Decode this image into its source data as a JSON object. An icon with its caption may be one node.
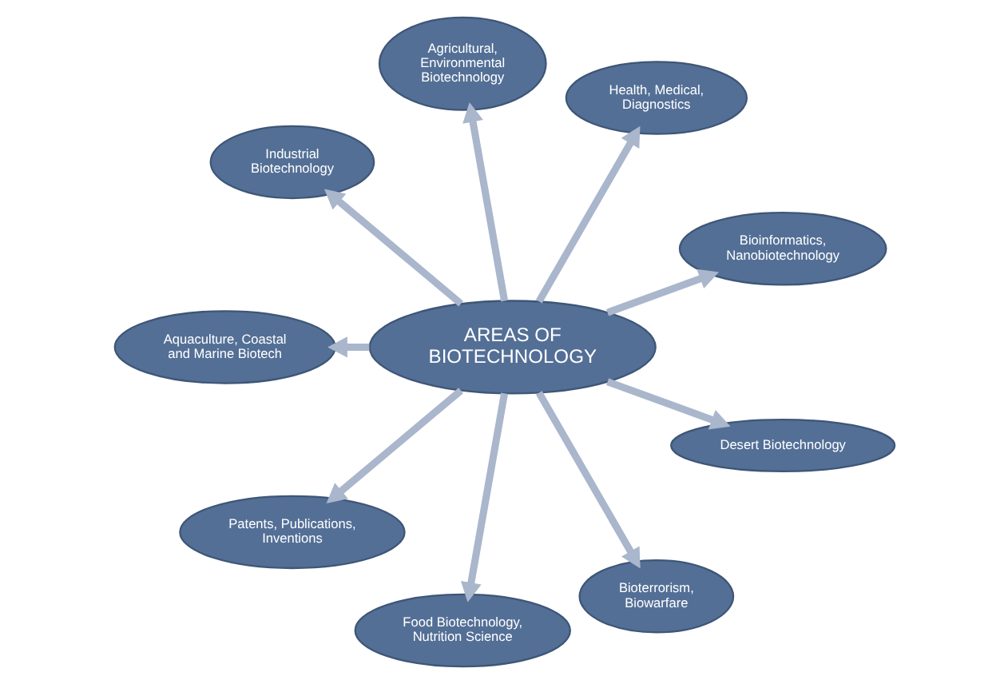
{
  "diagram": {
    "nodes": [
      {
        "text": [
          "AREAS OF BIOTECHNOLOGY"
        ]
      },
      {
        "text": [
          "Bioinformatics, Nanobiotechnology"
        ]
      },
      {
        "text": [
          "Health, Medical, Diagnostics"
        ]
      },
      {
        "text": [
          "Agricultural, Environmental Biotechnology"
        ]
      },
      {
        "text": [
          "Industrial Biotechnology"
        ]
      },
      {
        "text": [
          "Aquaculture, Coastal and Marine Biotech"
        ]
      },
      {
        "text": [
          "Patents, Publications, Inventions"
        ]
      },
      {
        "text": [
          "Food Biotechnology, Nutrition Science"
        ]
      },
      {
        "text": [
          "Bioterrorism, Biowarfare"
        ]
      },
      {
        "text": [
          "Desert Biotechnology"
        ]
      }
    ],
    "edges": [
      {
        "from": 0,
        "to": 1,
        "arrow": "to"
      },
      {
        "from": 0,
        "to": 2,
        "arrow": "to"
      },
      {
        "from": 0,
        "to": 3,
        "arrow": "to"
      },
      {
        "from": 0,
        "to": 4,
        "arrow": "to"
      },
      {
        "from": 0,
        "to": 5,
        "arrow": "to"
      },
      {
        "from": 0,
        "to": 6,
        "arrow": "to"
      },
      {
        "from": 0,
        "to": 7,
        "arrow": "to"
      },
      {
        "from": 0,
        "to": 8,
        "arrow": "to"
      },
      {
        "from": 0,
        "to": 9,
        "arrow": "to"
      }
    ]
  }
}
